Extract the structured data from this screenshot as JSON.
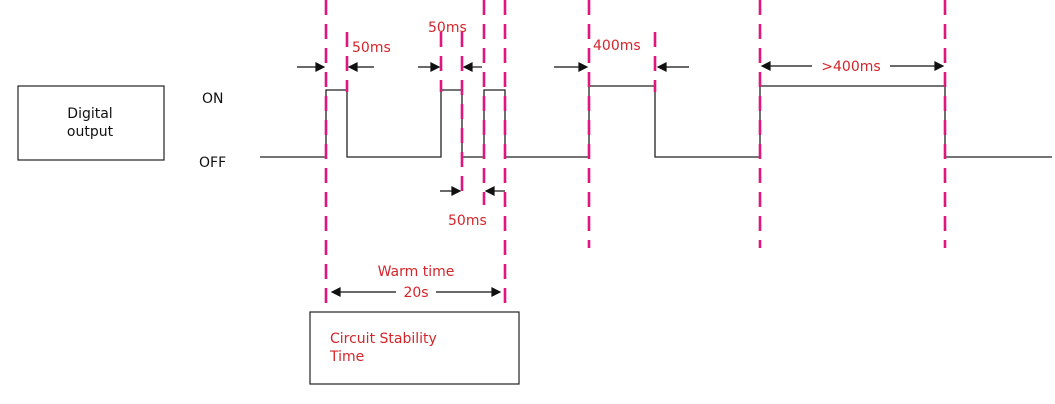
{
  "labels": {
    "digital_output_line1": "Digital",
    "digital_output_line2": "output",
    "on": "ON",
    "off": "OFF",
    "t_50ms_a": "50ms",
    "t_50ms_b": "50ms",
    "t_50ms_c": "50ms",
    "t_400ms": "400ms",
    "t_gt400ms": ">400ms",
    "warm_time": "Warm time",
    "warm_value": "20s",
    "circuit_line1": "Circuit Stability",
    "circuit_line2": "Time"
  },
  "colors": {
    "dashed_marker": "#e0167d",
    "annotation_text": "#d4252b",
    "line": "#222222"
  }
}
